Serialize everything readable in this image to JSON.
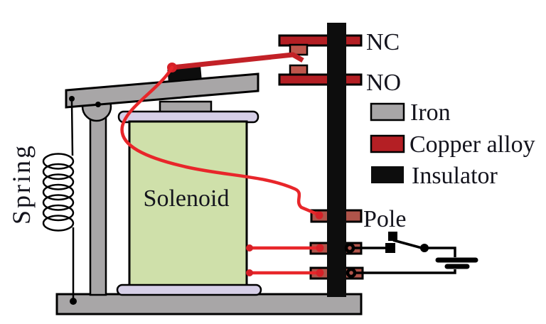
{
  "labels": {
    "spring": "Spring",
    "solenoid": "Solenoid",
    "nc": "NC",
    "no": "NO",
    "pole": "Pole"
  },
  "legend": {
    "items": [
      {
        "label": "Iron",
        "color": "#a8a6a7"
      },
      {
        "label": "Copper alloy",
        "color": "#b41f24"
      },
      {
        "label": "Insulator",
        "color": "#0d0d0d"
      }
    ]
  },
  "colors": {
    "iron": "#a8a6a7",
    "copper": "#b41f24",
    "copper_arm": "#c22127",
    "contact_block": "#c0564c",
    "terminal": "#b0544a",
    "insulator": "#0d0d0d",
    "wire_red": "#e8262a",
    "dot_red": "#d62027",
    "solenoid_body": "#cfe0aa",
    "bobbin_cap": "#d6cfe7",
    "text": "#14141d"
  }
}
